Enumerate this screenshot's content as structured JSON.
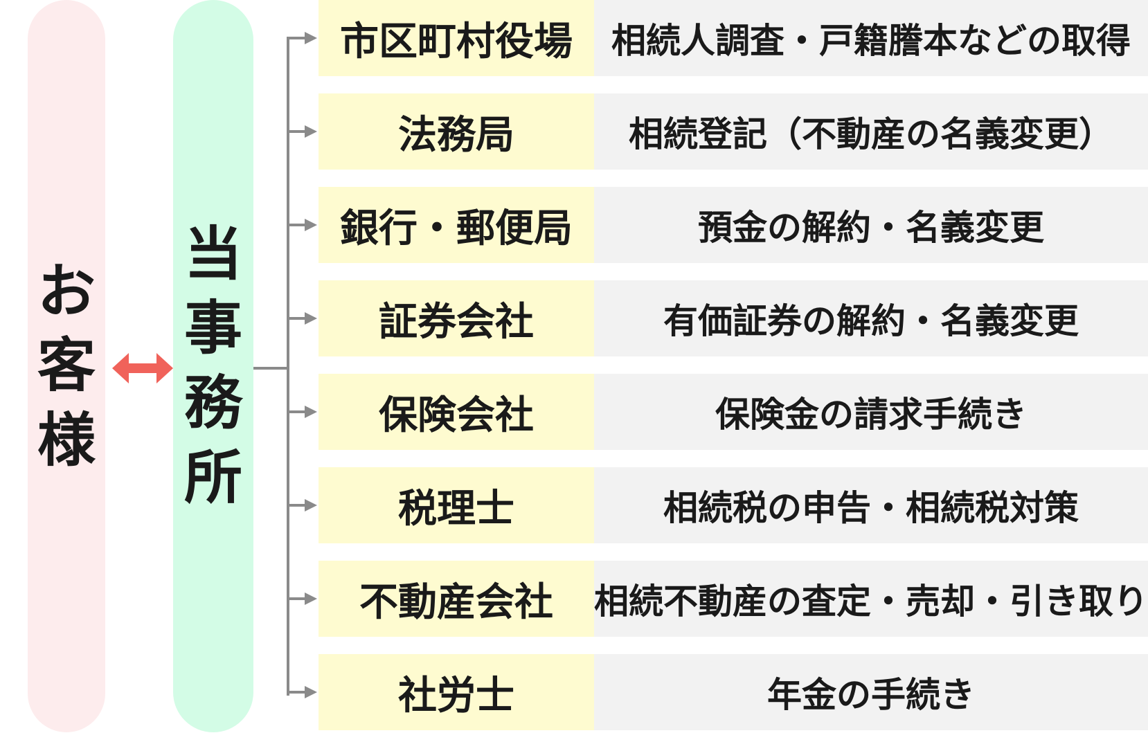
{
  "client": {
    "label": [
      "お",
      "客",
      "様"
    ],
    "color": "#fdeced"
  },
  "office": {
    "label": [
      "当",
      "事",
      "務",
      "所"
    ],
    "color": "#d3fce6"
  },
  "colors": {
    "arrow": "#f0625a",
    "connector": "#8a8a8a",
    "org_bg": "#fefbd0",
    "task_bg": "#f2f2f2"
  },
  "rows": [
    {
      "org": "市区町村役場",
      "task": "相続人調査・戸籍謄本などの取得"
    },
    {
      "org": "法務局",
      "task": "相続登記（不動産の名義変更）"
    },
    {
      "org": "銀行・郵便局",
      "task": "預金の解約・名義変更"
    },
    {
      "org": "証券会社",
      "task": "有価証券の解約・名義変更"
    },
    {
      "org": "保険会社",
      "task": "保険金の請求手続き"
    },
    {
      "org": "税理士",
      "task": "相続税の申告・相続税対策"
    },
    {
      "org": "不動産会社",
      "task": "相続不動産の査定・売却・引き取り"
    },
    {
      "org": "社労士",
      "task": "年金の手続き"
    }
  ]
}
